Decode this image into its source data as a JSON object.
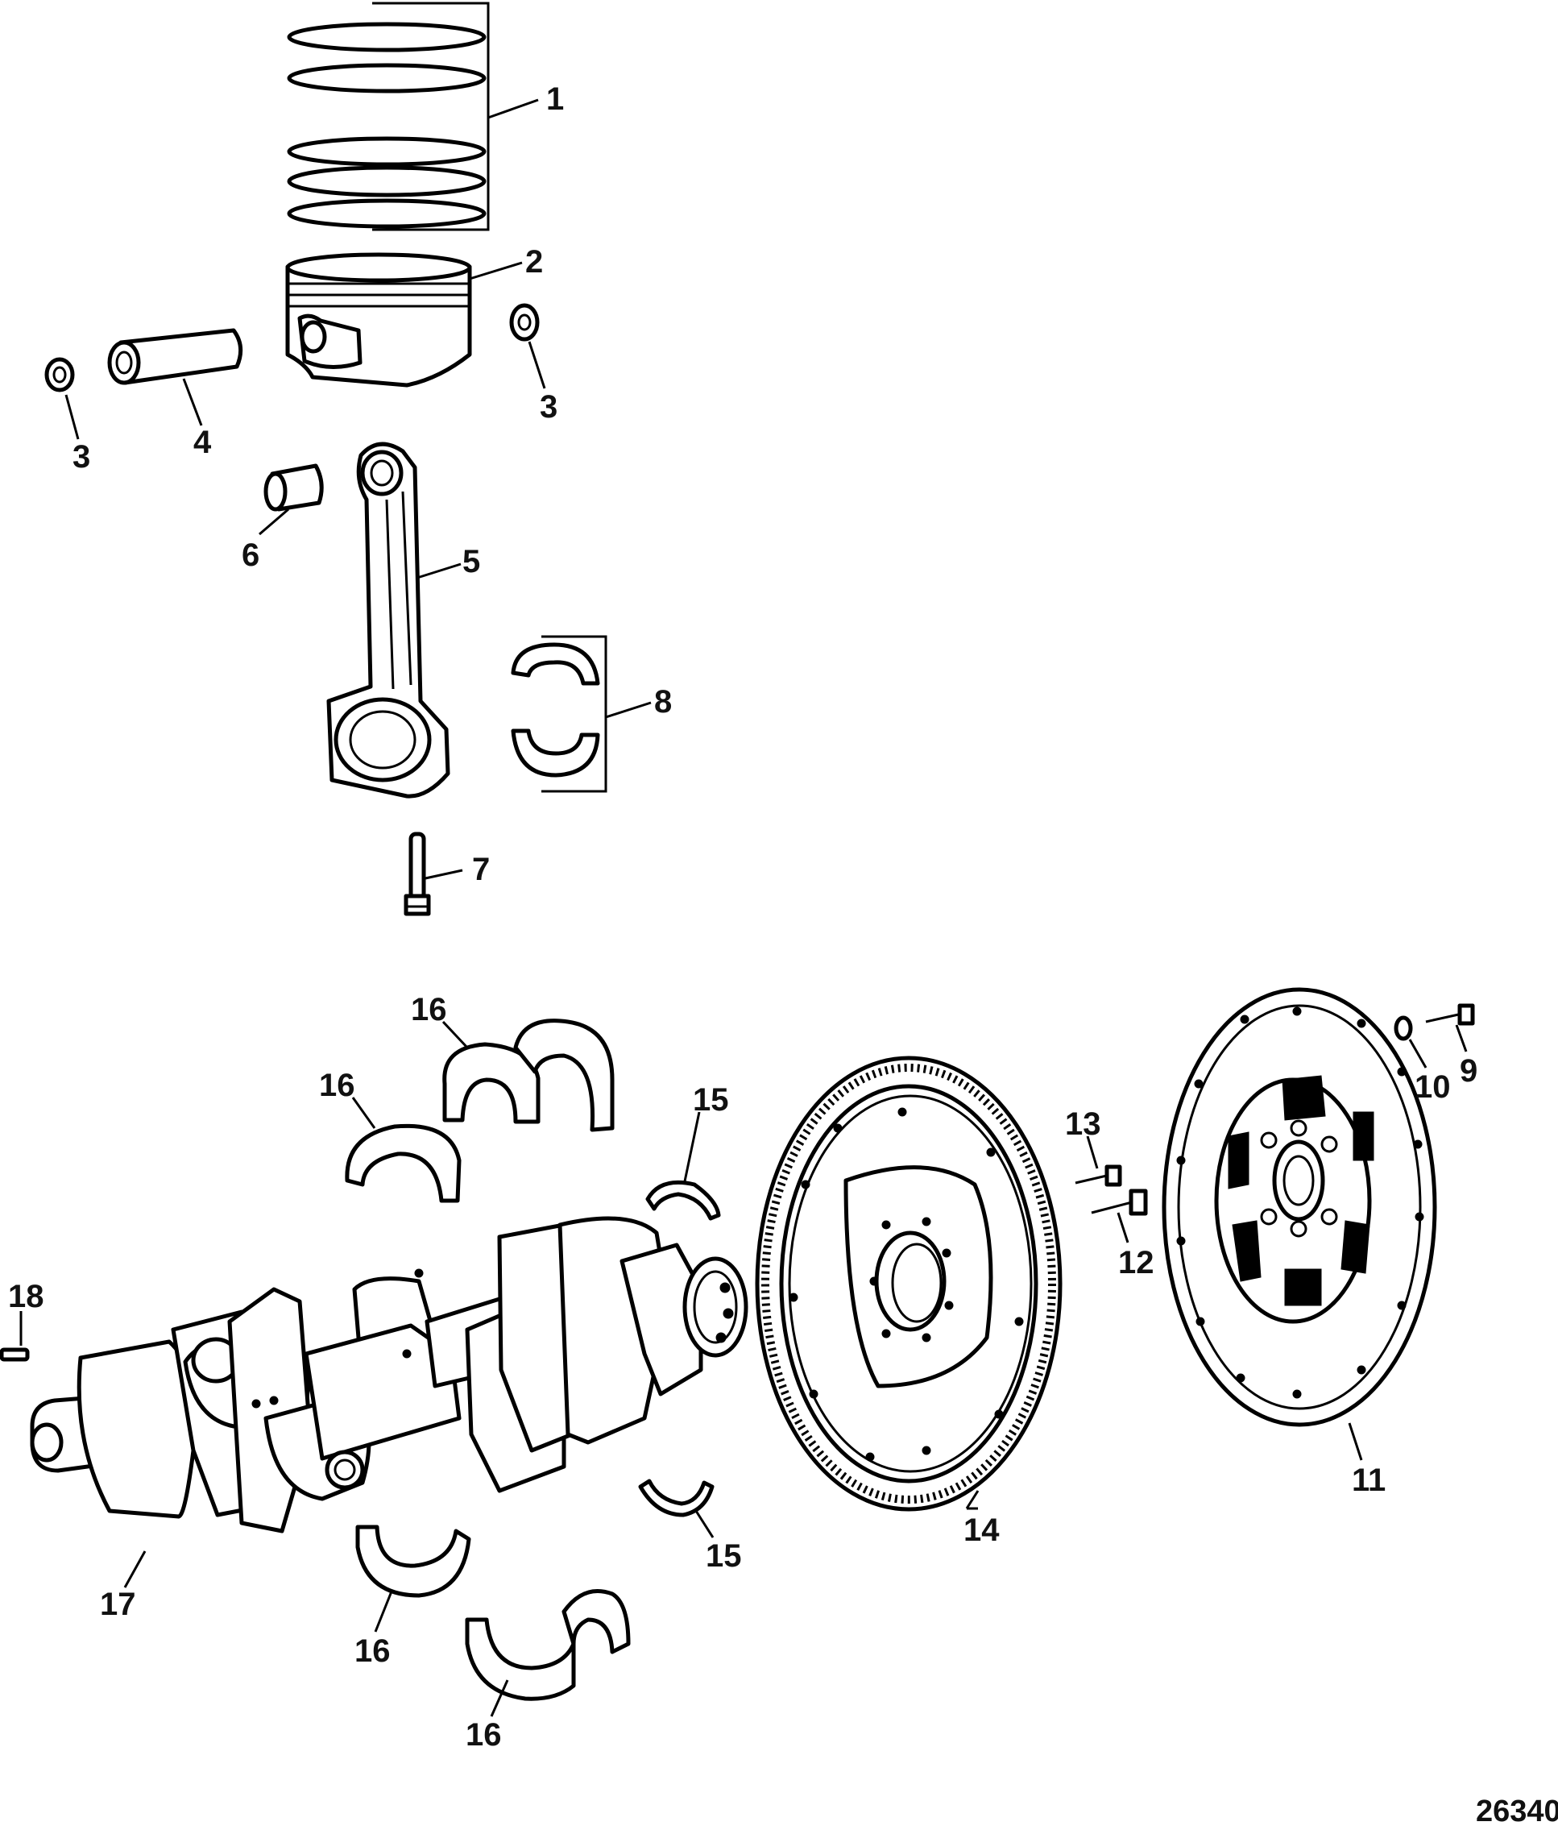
{
  "reference_number": "26340",
  "callouts": {
    "c1": "1",
    "c2": "2",
    "c3a": "3",
    "c3b": "3",
    "c4": "4",
    "c5": "5",
    "c6": "6",
    "c7": "7",
    "c8": "8",
    "c9": "9",
    "c10": "10",
    "c11": "11",
    "c12": "12",
    "c13": "13",
    "c14": "14",
    "c15a": "15",
    "c15b": "15",
    "c16a": "16",
    "c16b": "16",
    "c16c": "16",
    "c16d": "16",
    "c17": "17",
    "c18": "18"
  }
}
